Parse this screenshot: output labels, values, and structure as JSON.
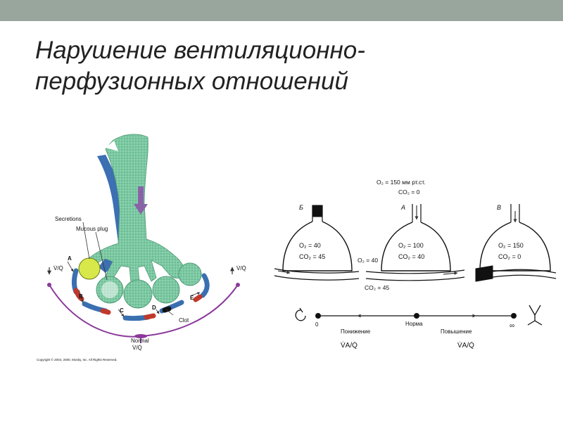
{
  "slide": {
    "title_line1": "Нарушение вентиляционно-",
    "title_line2": "перфузионных отношений"
  },
  "left_diagram": {
    "label_secretions": "Secretions",
    "label_mucous_plug": "Mucous plug",
    "label_clot": "Clot",
    "label_normal": "Normal",
    "label_vq_normal": "V̇/Q̇",
    "label_vq_low": "V̇/Q̇",
    "label_vq_high": "V̇/Q̇",
    "unit_a": "A",
    "unit_b": "B",
    "unit_c": "C",
    "unit_d": "D",
    "unit_e": "E",
    "copyright": "Copyright © 2004, 2000, Mosby, Inc. All Rights Reserved.",
    "colors": {
      "airway": "#7cc9a0",
      "vessel_blue": "#3a6fb0",
      "vessel_red": "#c0392b",
      "secretion": "#d8e84a",
      "curve": "#8a3a9a"
    }
  },
  "right_diagram": {
    "inspired_o2": "O₂ = 150 мм рт.ст.",
    "inspired_co2": "CO₂ = 0",
    "unit_b_label": "Б",
    "unit_a_label": "А",
    "unit_v_label": "В",
    "b_o2": "O₂ = 40",
    "b_co2": "CO₂ = 45",
    "a_o2": "O₂ = 100",
    "a_co2": "CO₂ = 40",
    "v_o2": "O₂ = 150",
    "v_co2": "CO₂ = 0",
    "venous_o2": "O₂ = 40",
    "venous_co2": "CO₂ = 45",
    "scale_zero": "0",
    "scale_inf": "∞",
    "scale_low": "Понижение",
    "scale_norm": "Норма",
    "scale_high": "Повышение",
    "ratio_left": "V̇A/Q̇",
    "ratio_right": "V̇A/Q̇"
  }
}
